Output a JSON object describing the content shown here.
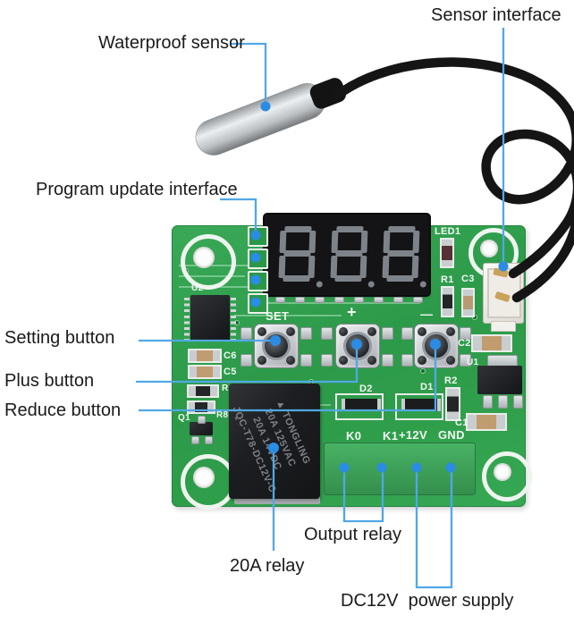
{
  "callouts": {
    "waterproof_sensor": "Waterproof sensor",
    "sensor_interface": "Sensor interface",
    "program_update_interface": "Program update interface",
    "setting_button": "Setting button",
    "plus_button": "Plus button",
    "reduce_button": "Reduce button",
    "output_relay": "Output relay",
    "relay_20a": "20A relay",
    "dc12v_power": "DC12V  power supply"
  },
  "board": {
    "silkscreen": {
      "u2": "U2",
      "led1": "LED1",
      "r1": "R1",
      "c3": "C3",
      "set": "SET",
      "plus": "+",
      "minus": "—",
      "c6": "C6",
      "c5": "C5",
      "r_upper": "R",
      "r8": "R8",
      "q1": "Q1",
      "d2": "D2",
      "d1": "D1",
      "r2": "R2",
      "c2": "C2",
      "u1": "U1",
      "c1": "C1",
      "k0": "K0",
      "k1": "K1",
      "plus12v": "+12V",
      "gnd": "GND"
    },
    "relay": {
      "logo": "▲",
      "brand": "TONGLING",
      "rating1": "20A  125VAC",
      "rating2": "20A  14VDC",
      "model": "JQC-T78-DC12V-C"
    },
    "display": {
      "digits": 3,
      "lit": false
    }
  },
  "colors": {
    "callout_line": "#52a7e6",
    "callout_dot": "#2a8ce4",
    "pcb_green": "#2f9e4a",
    "terminal_green": "#3fae5c",
    "relay_body": "#1d1f22"
  }
}
